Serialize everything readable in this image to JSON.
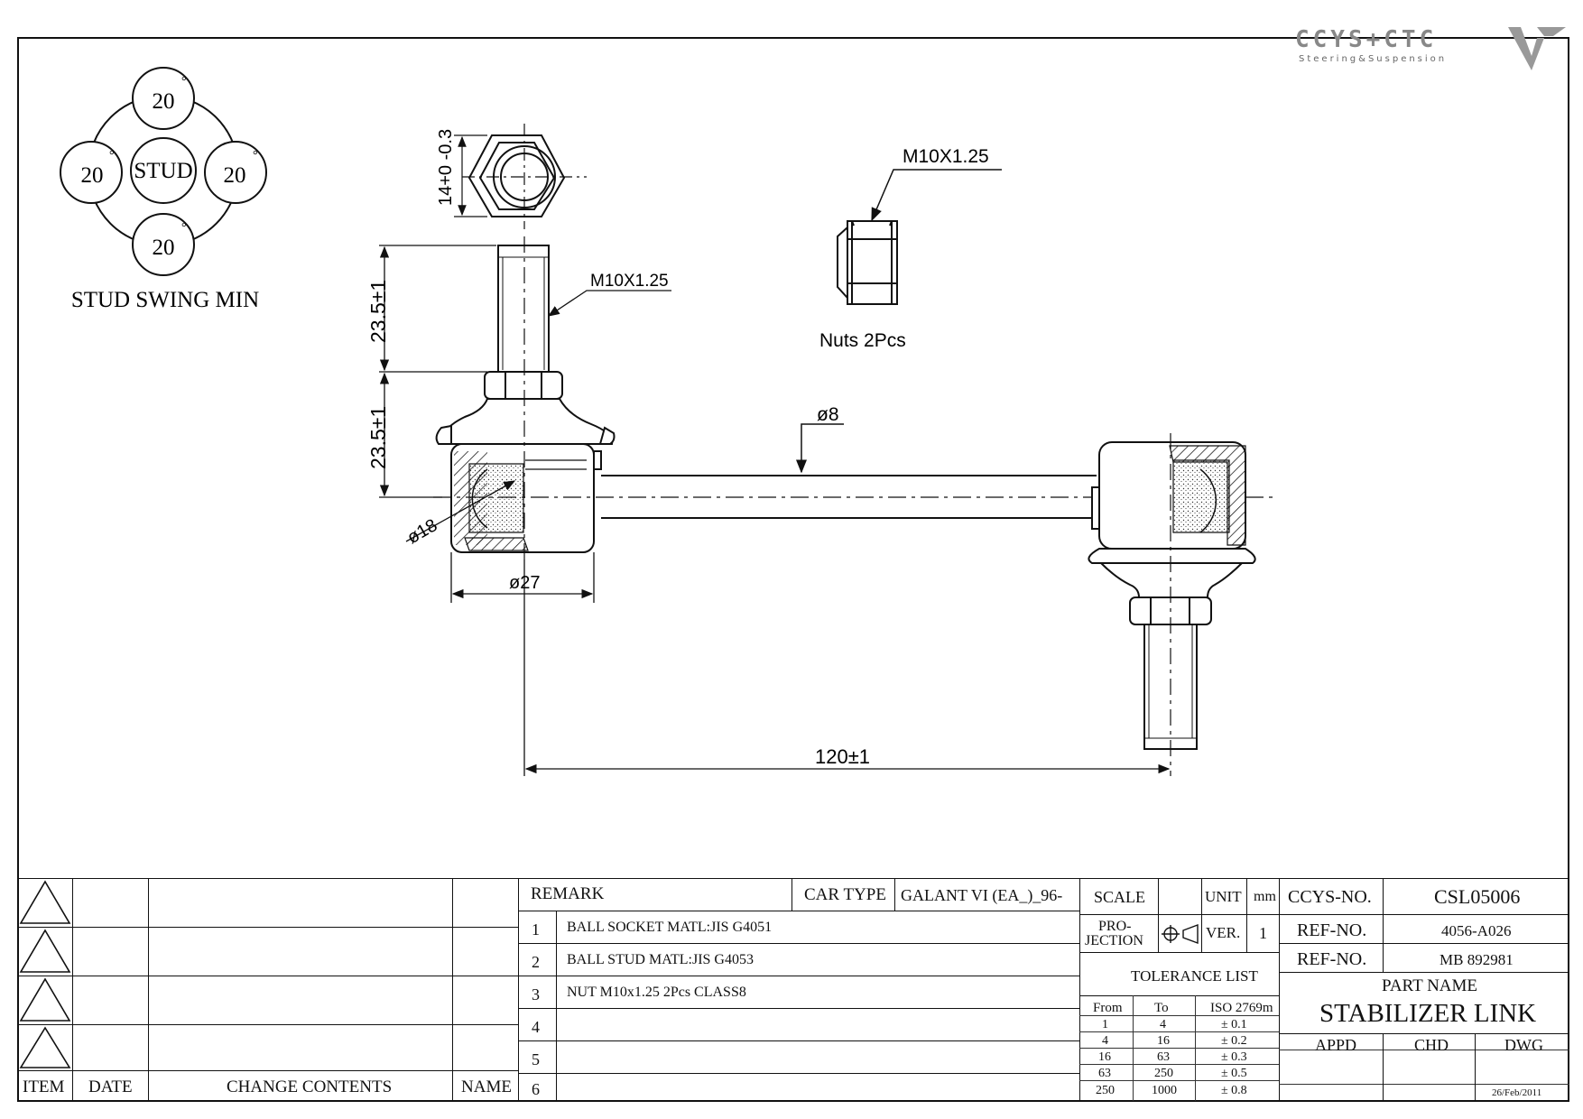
{
  "logo": {
    "brand": "CCYS+CTC",
    "tagline": "Steering&Suspension"
  },
  "swing": {
    "center": "STUD",
    "angles": [
      "20",
      "20",
      "20",
      "20"
    ],
    "degree": "°",
    "caption": "STUD SWING MIN"
  },
  "dims": {
    "hex": "14+0 -0.3",
    "thread_stud": "M10X1.25",
    "thread_nut": "M10X1.25",
    "nuts": "Nuts  2Pcs",
    "upper": "23.5±1",
    "lower": "23.5±1",
    "rod": "ø8",
    "ball": "ø18",
    "housing": "ø27",
    "length": "120±1"
  },
  "changes": {
    "item": "ITEM",
    "date": "DATE",
    "contents": "CHANGE CONTENTS",
    "name": "NAME"
  },
  "remarks": {
    "header": "REMARK",
    "car_type_label": "CAR TYPE",
    "car_type": "GALANT VI (EA_)_96-",
    "rows": [
      {
        "no": "1",
        "text": "BALL SOCKET MATL:JIS G4051"
      },
      {
        "no": "2",
        "text": "BALL STUD MATL:JIS G4053"
      },
      {
        "no": "3",
        "text": "NUT M10x1.25 2Pcs CLASS8"
      },
      {
        "no": "4",
        "text": ""
      },
      {
        "no": "5",
        "text": ""
      },
      {
        "no": "6",
        "text": ""
      }
    ]
  },
  "spec": {
    "scale": "SCALE",
    "unit": "UNIT",
    "unit_value": "mm",
    "projection": "PRO-",
    "projection2": "JECTION",
    "ver": "VER.",
    "ver_value": "1",
    "tolerance_title": "TOLERANCE LIST",
    "tol_headers": [
      "From",
      "To",
      "ISO 2769m"
    ],
    "tolerances": [
      {
        "from": "1",
        "to": "4",
        "tol": "± 0.1"
      },
      {
        "from": "4",
        "to": "16",
        "tol": "± 0.2"
      },
      {
        "from": "16",
        "to": "63",
        "tol": "± 0.3"
      },
      {
        "from": "63",
        "to": "250",
        "tol": "± 0.5"
      },
      {
        "from": "250",
        "to": "1000",
        "tol": "± 0.8"
      }
    ]
  },
  "part": {
    "ccys_label": "CCYS-NO.",
    "ccys_no": "CSL05006",
    "ref1_label": "REF-NO.",
    "ref1": "4056-A026",
    "ref2_label": "REF-NO.",
    "ref2": "MB 892981",
    "name_label": "PART NAME",
    "name": "STABILIZER LINK",
    "appd": "APPD",
    "chd": "CHD",
    "dwg": "DWG",
    "date": "26/Feb/2011"
  }
}
